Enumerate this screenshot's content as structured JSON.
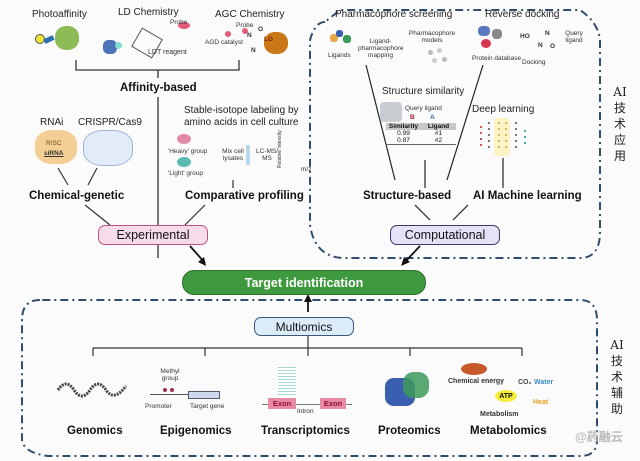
{
  "title": "Target identification",
  "experimental": {
    "label": "Experimental",
    "affinity_based": {
      "label": "Affinity-based",
      "methods": [
        "Photoaffinity",
        "LD Chemistry",
        "AGC Chemistry"
      ],
      "ld_annotations": {
        "probe": "Probe",
        "reagent": "LDT reagent"
      },
      "agc_annotations": {
        "probe": "Probe",
        "catalyst": "AGD catalyst",
        "lg": "LG",
        "n1": "N",
        "n2": "N",
        "o": "O"
      }
    },
    "chemical_genetic": {
      "label": "Chemical-genetic",
      "methods": [
        "RNAi",
        "CRISPR/Cas9"
      ],
      "rnai_annotations": {
        "risc": "RISC",
        "sirna": "siRNA"
      }
    },
    "comparative_profiling": {
      "label": "Comparative profiling",
      "heading_line1": "Stable-isotope labeling by",
      "heading_line2": "amino acids in cell culture",
      "heavy": "'Heavy' group",
      "light": "'Light' group",
      "mix": "Mix cell lysates",
      "lcms": "LC-MS/ MS",
      "intensity": "Relative intensity",
      "mz": "m/z"
    }
  },
  "computational": {
    "label": "Computational",
    "side_label": [
      "AI",
      "技",
      "术",
      "应",
      "用"
    ],
    "pharmacophore": {
      "label": "Pharmacophore screening",
      "ligands": "Ligands",
      "mapping": "Ligand-pharmacophore mapping",
      "models": "Pharmacophore models"
    },
    "reverse_docking": {
      "label": "Reverse docking",
      "protein_db": "Protein database",
      "docking": "Docking",
      "query": "Query ligand",
      "ho": "HO",
      "n1": "N",
      "n2": "N",
      "o": "O"
    },
    "structure_similarity": {
      "label": "Structure similarity",
      "query": "Query ligand",
      "b": "B",
      "a": "A",
      "table_headers": [
        "Similarity",
        "Ligand"
      ],
      "rows": [
        [
          "0.99",
          "#1"
        ],
        [
          "0.87",
          "#2"
        ]
      ]
    },
    "structure_based": "Structure-based",
    "deep_learning": "Deep learning",
    "ml": "AI Machine learning"
  },
  "multiomics": {
    "label": "Multiomics",
    "side_label": [
      "AI",
      "技",
      "术",
      "辅",
      "助"
    ],
    "items": [
      "Genomics",
      "Epigenomics",
      "Transcriptomics",
      "Proteomics",
      "Metabolomics"
    ],
    "epigenomics_annotations": {
      "methyl": "Methyl group",
      "promoter": "Promoter",
      "target": "Target gene"
    },
    "transcriptomics_annotations": {
      "exon": "Exon",
      "intron": "Intron"
    },
    "metabolomics_annotations": {
      "chemical": "Chemical energy",
      "atp": "ATP",
      "co2": "CO₂",
      "water": "Water",
      "heat": "Heat",
      "metabolism": "Metabolism"
    }
  },
  "watermark": "@药融云",
  "colors": {
    "green": "#3f9a3f",
    "experimental_fill": "#f6dcea",
    "experimental_border": "#c0507e",
    "computational_fill": "#e4e2f6",
    "computational_border": "#3a3a66",
    "multiomics_fill": "#dcebf8",
    "dash": "#2f4e6e"
  }
}
